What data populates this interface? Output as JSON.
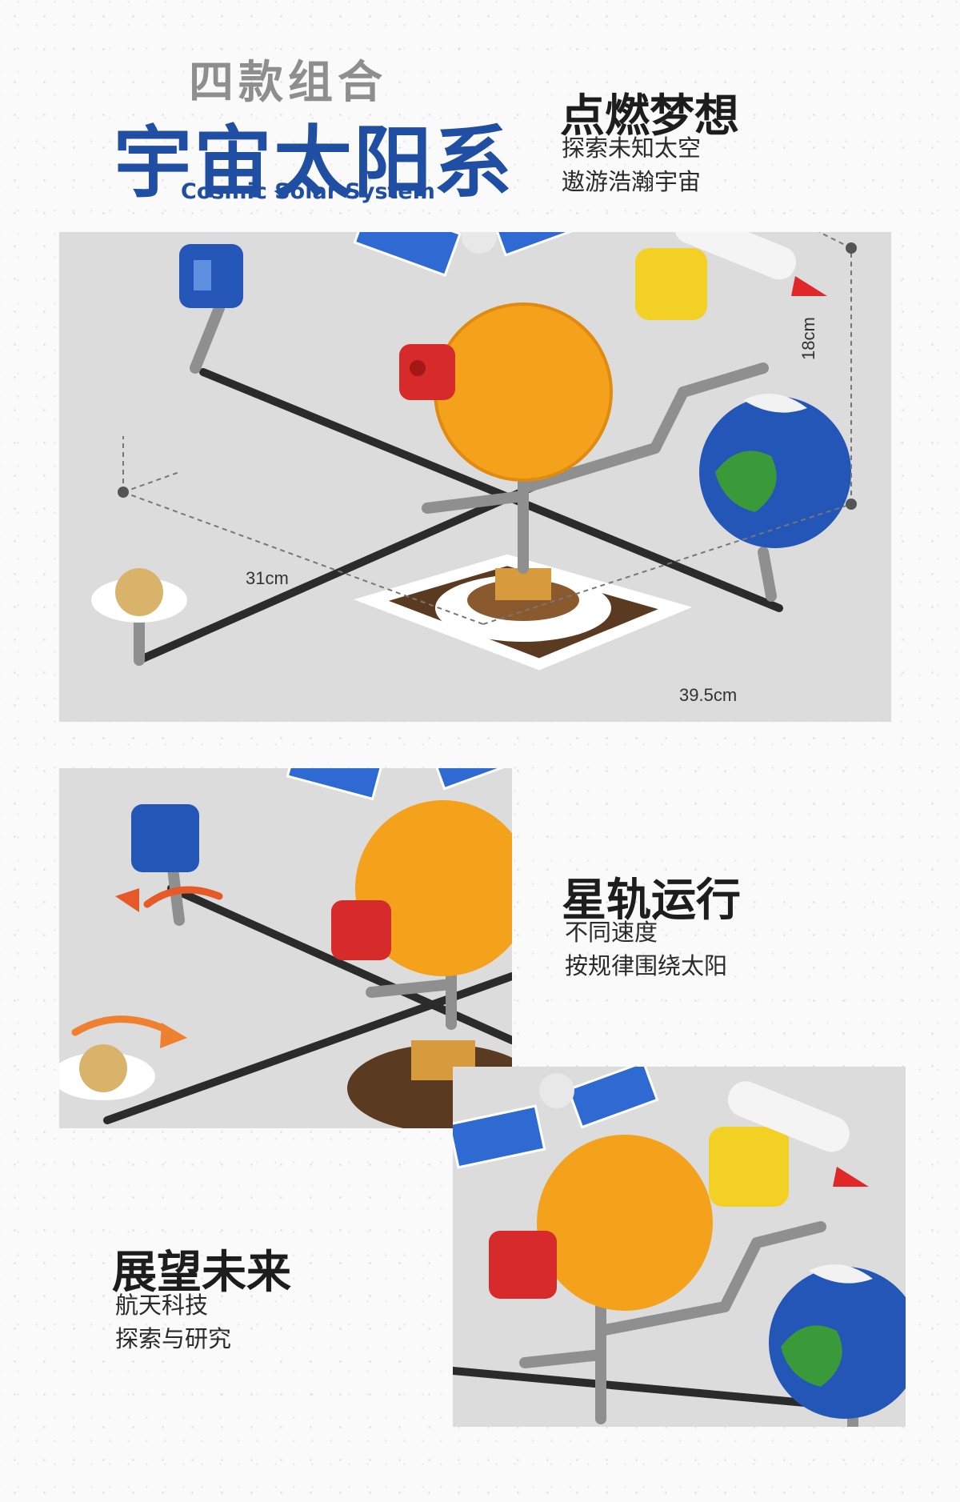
{
  "header": {
    "combo": "四款组合",
    "title": "宇宙太阳系",
    "subtitle_en": "Cosmic Solar System"
  },
  "features": [
    {
      "title": "点燃梦想",
      "lines": [
        "探索未知太空",
        "遨游浩瀚宇宙"
      ]
    },
    {
      "title": "星轨运行",
      "lines": [
        "不同速度",
        "按规律围绕太阳"
      ]
    },
    {
      "title": "展望未来",
      "lines": [
        "航天科技",
        "探索与研究"
      ]
    }
  ],
  "dimensions": {
    "depth": "31cm",
    "width": "39.5cm",
    "height": "18cm"
  },
  "colors": {
    "brand_blue": "#1f4ea3",
    "sun": "#f4a11c",
    "mars": "#d72a2a",
    "earth_blue": "#2456b8",
    "earth_green": "#3a9a3a",
    "venus": "#f2d024",
    "mercury": "#d9b36a",
    "panel_gray": "#dcdcdc"
  }
}
